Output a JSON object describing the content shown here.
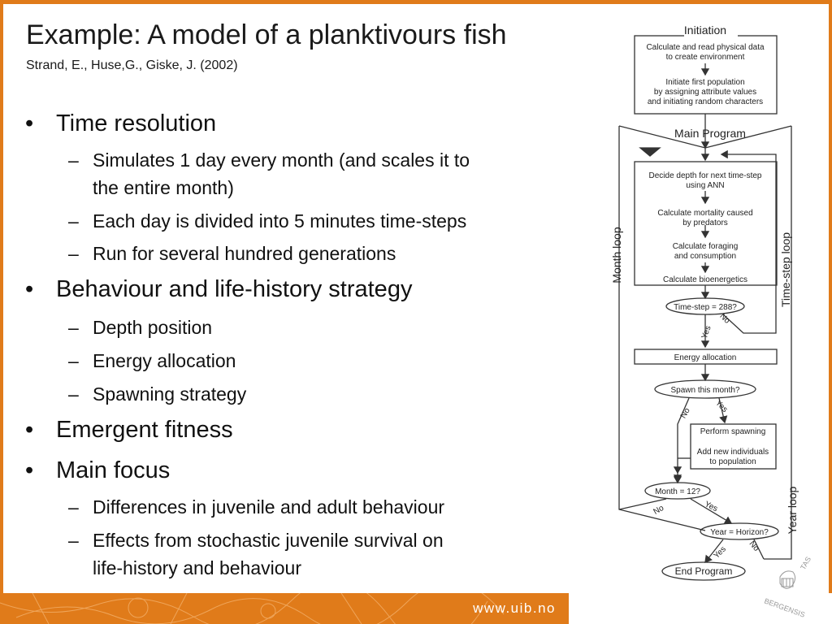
{
  "slide": {
    "title": "Example: A model of a planktivours fish",
    "subtitle": "Strand, E., Huse,G., Giske, J. (2002)"
  },
  "bullets": [
    {
      "text": "Time resolution",
      "subs": [
        "Simulates 1 day every month (and scales it to",
        "the entire month)",
        "Each day is divided into 5 minutes time-steps",
        "Run for several hundred generations"
      ]
    },
    {
      "text": "Behaviour and life-history strategy",
      "subs": [
        "Depth position",
        "Energy allocation",
        "Spawning strategy"
      ]
    },
    {
      "text": "Emergent fitness",
      "subs": []
    },
    {
      "text": "Main focus",
      "subs": [
        "Differences in juvenile and adult behaviour",
        "Effects from stochastic juvenile survival on",
        "life-history and behaviour"
      ]
    }
  ],
  "flowchart": {
    "initiation": "Initiation",
    "init_box": [
      "Calculate and read physical data",
      "to create environment",
      "Initiate first population",
      "by assigning attribute values",
      "and initiating random characters"
    ],
    "main_program": "Main Program",
    "main_box": [
      "Decide depth for next time-step",
      "using ANN",
      "Calculate mortality caused",
      "by predators",
      "Calculate foraging",
      "and consumption",
      "Calculate bioenergetics"
    ],
    "timestep_q": "Time-step = 288?",
    "energy_box": "Energy allocation",
    "spawn_q": "Spawn this month?",
    "spawn_box": [
      "Perform spawning",
      "Add new individuals",
      "to population"
    ],
    "month_q": "Month = 12?",
    "year_q": "Year = Horizon?",
    "end": "End Program",
    "yes": "Yes",
    "no": "No",
    "month_loop": "Month loop",
    "timestep_loop": "Time-step loop",
    "year_loop": "Year loop"
  },
  "footer": {
    "url": "www.uib.no"
  },
  "seal": {
    "text": "TAS BERGENSIS"
  },
  "colors": {
    "accent": "#e07b1a"
  }
}
